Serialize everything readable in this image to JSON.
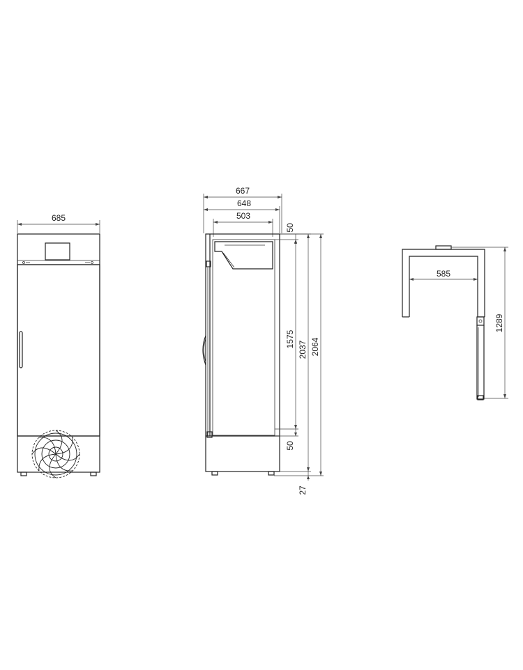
{
  "front_view": {
    "width_label": "685"
  },
  "side_view": {
    "outer_depth_label": "667",
    "body_depth_label": "648",
    "inner_depth_label": "503",
    "top_offset_label": "50",
    "inner_height_label": "1575",
    "body_height_label": "2037",
    "total_height_label": "2064",
    "bottom_offset_label": "50",
    "foot_height_label": "27"
  },
  "plan_view": {
    "inner_width_label": "585",
    "door_swing_label": "1289"
  },
  "colors": {
    "line": "#222222",
    "background": "#ffffff"
  }
}
